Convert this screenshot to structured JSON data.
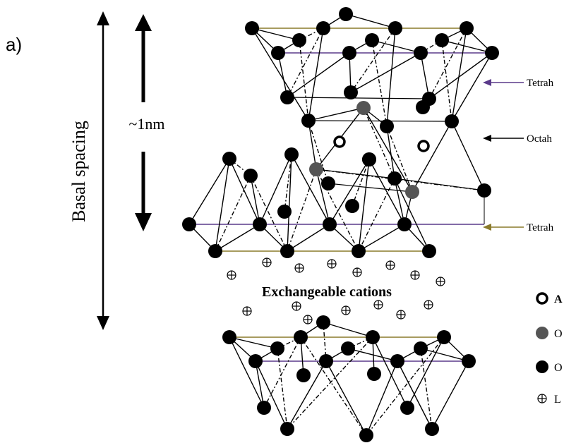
{
  "figure": {
    "panel_label": "a)",
    "basal_spacing_label": "Basal spacing",
    "thickness_label": "~1nm",
    "cations_label": "Exchangeable cations"
  },
  "layer_labels": [
    {
      "id": "tetrahedral-top",
      "text": "Tetrah"
    },
    {
      "id": "octahedral",
      "text": "Octah"
    },
    {
      "id": "tetrahedral-bottom",
      "text": "Tetrah"
    }
  ],
  "legend": [
    {
      "id": "legend-al",
      "symbol": "open-circle",
      "text": "A"
    },
    {
      "id": "legend-grey",
      "symbol": "grey-circle",
      "text": "O"
    },
    {
      "id": "legend-black",
      "symbol": "black-circle",
      "text": "O"
    },
    {
      "id": "legend-cation",
      "symbol": "circle-plus",
      "text": "L"
    }
  ],
  "colors": {
    "ink": "#000000",
    "grey_atom": "#555555",
    "purple_line": "#5a3a8a",
    "olive_line": "#8a7a2a"
  }
}
